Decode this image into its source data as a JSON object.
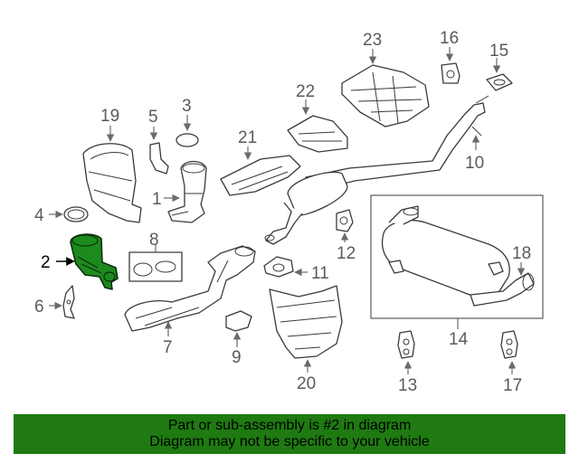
{
  "callouts": {
    "c2": "2",
    "c4": "4",
    "c6": "6",
    "c19": "19",
    "c5": "5",
    "c3": "3",
    "c1": "1",
    "c8": "8",
    "c7": "7",
    "c9": "9",
    "c21": "21",
    "c22": "22",
    "c23": "23",
    "c16": "16",
    "c15": "15",
    "c10": "10",
    "c12": "12",
    "c11": "11",
    "c20": "20",
    "c14": "14",
    "c18": "18",
    "c13": "13",
    "c17": "17"
  },
  "highlighted_part": "2",
  "highlight_color": "#1d8a1d",
  "banner": {
    "line1": "Part or sub-assembly is #2 in diagram",
    "line2": "Diagram may not be specific to your vehicle",
    "background": "#1f7a12"
  }
}
